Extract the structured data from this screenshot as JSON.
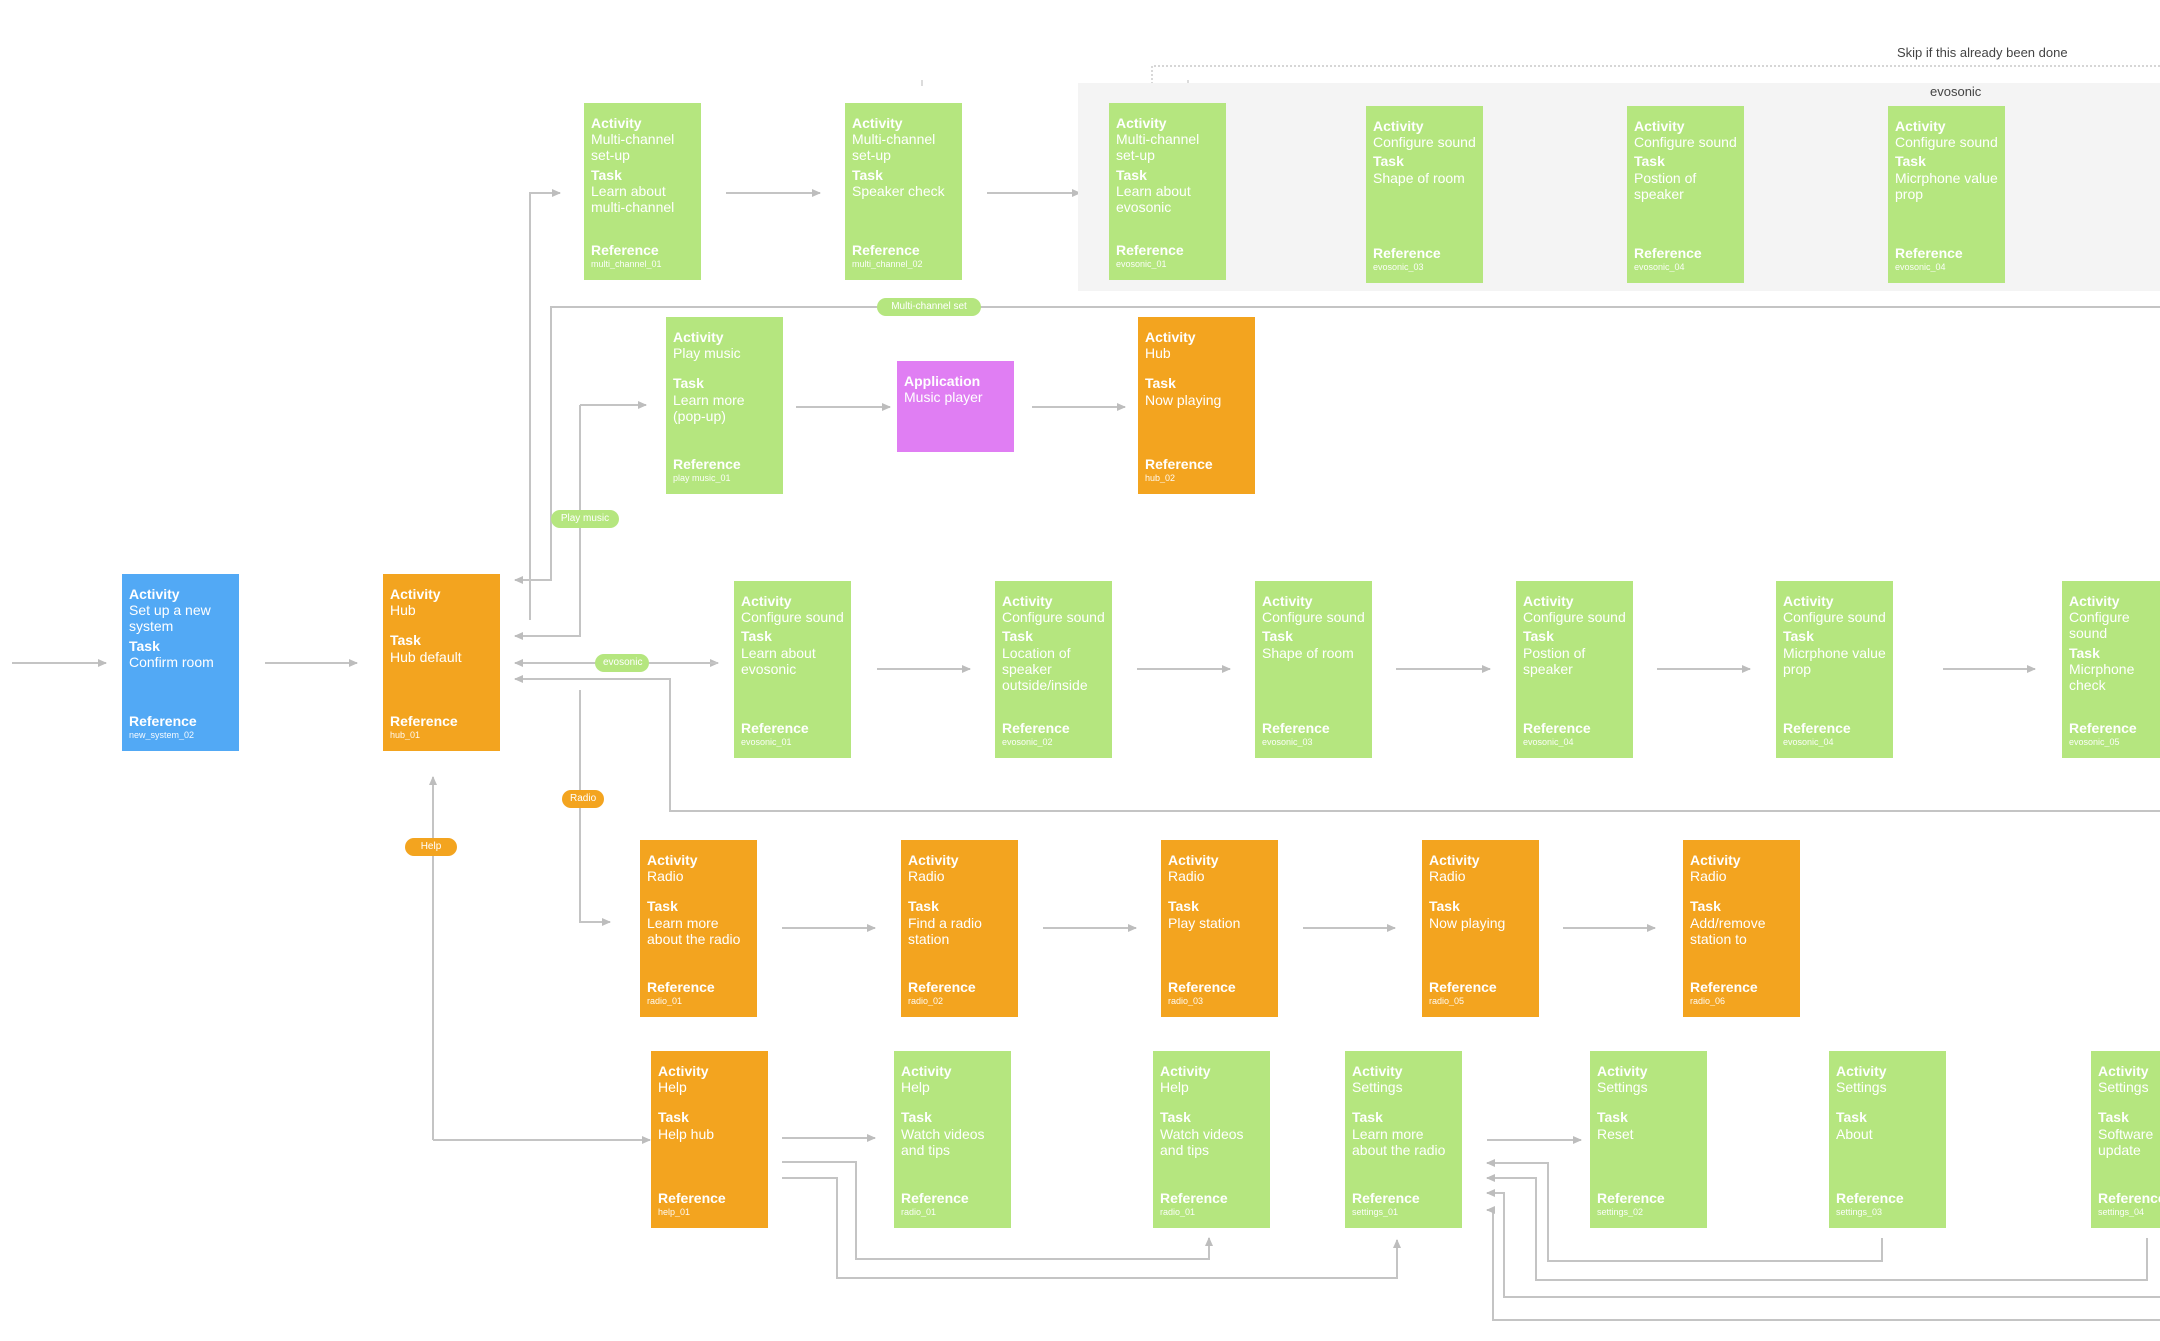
{
  "top_note": "Skip if this already been done",
  "region_label": "evosonic",
  "labels": {
    "activity": "Activity",
    "task": "Task",
    "reference": "Reference",
    "application": "Application"
  },
  "pills": {
    "multichannel": "Multi-channel set up",
    "play_music": "Play music",
    "evosonic": "evosonic",
    "radio": "Radio",
    "help": "Help"
  },
  "cards": {
    "mc1": {
      "activity": "Multi-channel set-up",
      "task": "Learn about multi-channel",
      "ref": "multi_channel_01"
    },
    "mc2": {
      "activity": "Multi-channel set-up",
      "task": "Speaker check",
      "ref": "multi_channel_02"
    },
    "evt1": {
      "activity": "Multi-channel set-up",
      "task": "Learn about evosonic",
      "ref": "evosonic_01"
    },
    "evt3": {
      "activity": "Configure sound",
      "task": "Shape of room",
      "ref": "evosonic_03"
    },
    "evt4": {
      "activity": "Configure sound",
      "task": "Postion of speaker",
      "ref": "evosonic_04"
    },
    "evt5": {
      "activity": "Configure sound",
      "task": "Micrphone value prop",
      "ref": "evosonic_04"
    },
    "pm1": {
      "activity": "Play music",
      "task": "Learn more (pop-up)",
      "ref": "play music_01"
    },
    "app": {
      "application": "Music player"
    },
    "hub2": {
      "activity": "Hub",
      "task": "Now playing",
      "ref": "hub_02"
    },
    "ns": {
      "activity": "Set up a new system",
      "task": "Confirm room",
      "ref": "new_system_02"
    },
    "hub1": {
      "activity": "Hub",
      "task": "Hub default",
      "ref": "hub_01"
    },
    "ev1": {
      "activity": "Configure sound",
      "task": "Learn about evosonic",
      "ref": "evosonic_01"
    },
    "ev2": {
      "activity": "Configure sound",
      "task": "Location of speaker outside/inside",
      "ref": "evosonic_02"
    },
    "ev3": {
      "activity": "Configure sound",
      "task": "Shape of room",
      "ref": "evosonic_03"
    },
    "ev4": {
      "activity": "Configure sound",
      "task": "Postion of speaker",
      "ref": "evosonic_04"
    },
    "ev5": {
      "activity": "Configure sound",
      "task": "Micrphone value prop",
      "ref": "evosonic_04"
    },
    "ev6": {
      "activity": "Configure sound",
      "task": "Micrphone check",
      "ref": "evosonic_05"
    },
    "r1": {
      "activity": "Radio",
      "task": "Learn more about the radio",
      "ref": "radio_01"
    },
    "r2": {
      "activity": "Radio",
      "task": "Find a radio station",
      "ref": "radio_02"
    },
    "r3": {
      "activity": "Radio",
      "task": "Play station",
      "ref": "radio_03"
    },
    "r4": {
      "activity": "Radio",
      "task": "Now playing",
      "ref": "radio_05"
    },
    "r5": {
      "activity": "Radio",
      "task": "Add/remove station to",
      "ref": "radio_06"
    },
    "h1": {
      "activity": "Help",
      "task": "Help hub",
      "ref": "help_01"
    },
    "h2": {
      "activity": "Help",
      "task": "Watch videos and tips",
      "ref": "radio_01"
    },
    "h3": {
      "activity": "Help",
      "task": "Watch videos and tips",
      "ref": "radio_01"
    },
    "s1": {
      "activity": "Settings",
      "task": "Learn more about the radio",
      "ref": "settings_01"
    },
    "s2": {
      "activity": "Settings",
      "task": "Reset",
      "ref": "settings_02"
    },
    "s3": {
      "activity": "Settings",
      "task": "About",
      "ref": "settings_03"
    },
    "s4": {
      "activity": "Settings",
      "task": "Software update",
      "ref": "settings_04"
    }
  }
}
